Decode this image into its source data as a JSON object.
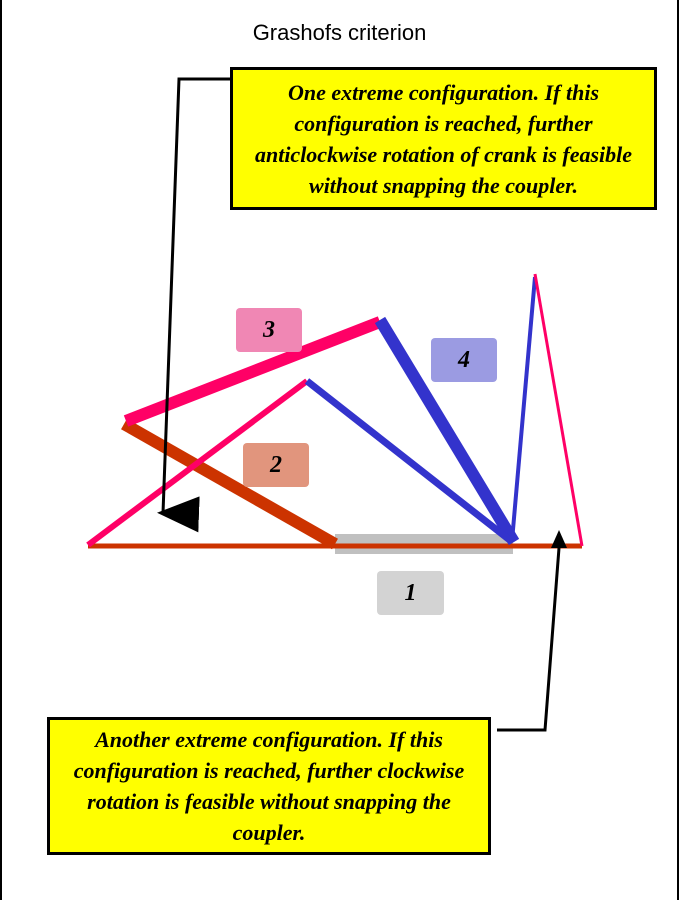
{
  "title": "Grashofs criterion",
  "callouts": {
    "top": {
      "text": "One extreme configuration. If this configuration is reached, further anticlockwise rotation of crank is feasible without snapping the coupler."
    },
    "bottom": {
      "text": "Another extreme configuration. If this configuration is reached, further clockwise rotation is feasible without snapping the coupler."
    }
  },
  "links": {
    "link1": {
      "label": "1",
      "color": "#c0c0c0"
    },
    "link2": {
      "label": "2",
      "color": "#cc3300"
    },
    "link3": {
      "label": "3",
      "color": "#ff0066"
    },
    "link4": {
      "label": "4",
      "color": "#3333cc"
    }
  },
  "badge_colors": {
    "link1": "#d3d3d3",
    "link2": "#e1957d",
    "link3": "#f087b4",
    "link4": "#9b9be2"
  },
  "callout_color": "#ffff00"
}
